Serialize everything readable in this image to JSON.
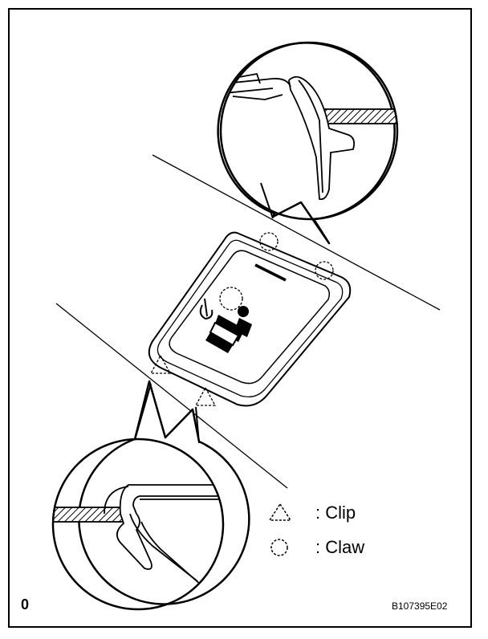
{
  "legend": {
    "clip_label": ": Clip",
    "claw_label": ": Claw",
    "clip_symbol": "triangle-dashed-icon",
    "claw_symbol": "circle-dashed-icon"
  },
  "corner_mark": "0",
  "figure_id": "B107395E02",
  "colors": {
    "line": "#000000",
    "background": "#ffffff"
  }
}
